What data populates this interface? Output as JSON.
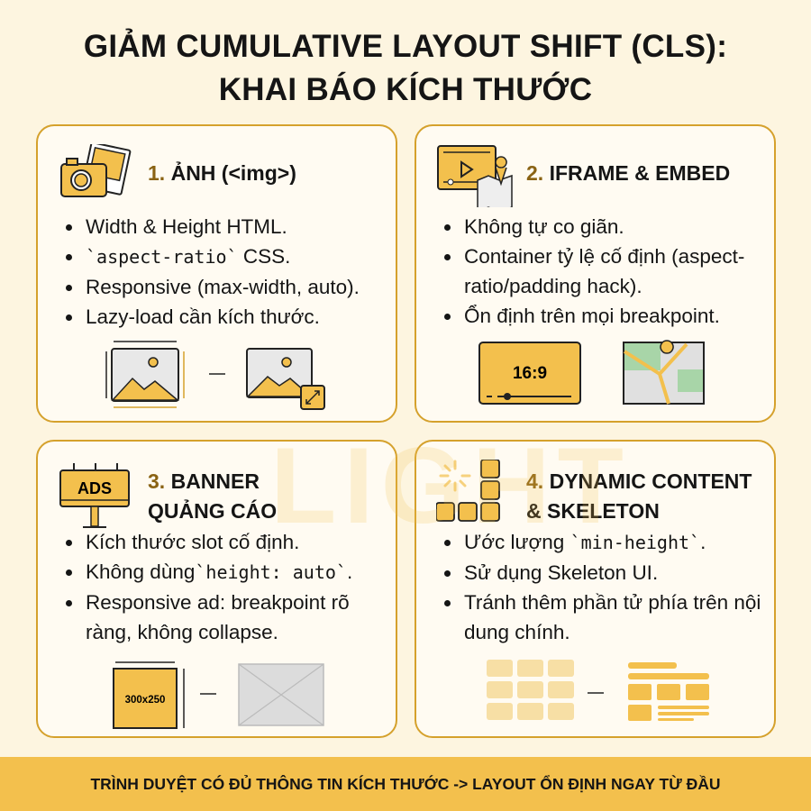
{
  "title": {
    "line1": "GIẢM CUMULATIVE LAYOUT SHIFT (CLS):",
    "line2": "KHAI BÁO KÍCH THƯỚC"
  },
  "watermark": "LIGHT",
  "colors": {
    "accent": "#f3c04d",
    "border": "#d5a12c",
    "number": "#8a6314",
    "background": "#fdf5e0"
  },
  "cards": [
    {
      "number": "1.",
      "title": [
        "ẢNH (<img>)"
      ],
      "icon": "camera-photo-icon",
      "bullets": [
        [
          {
            "t": "Width & Height HTML."
          }
        ],
        [
          {
            "t": "`aspect-ratio`",
            "code": true
          },
          {
            "t": " CSS."
          }
        ],
        [
          {
            "t": "Responsive (max-width, auto)."
          }
        ],
        [
          {
            "t": "Lazy-load cần kích thước."
          }
        ]
      ]
    },
    {
      "number": "2.",
      "title": [
        "IFRAME & EMBED"
      ],
      "icon": "video-map-icon",
      "bullets": [
        [
          {
            "t": "Không tự co giãn."
          }
        ],
        [
          {
            "t": "Container tỷ lệ cố định (aspect-ratio/padding hack)."
          }
        ],
        [
          {
            "t": "Ổn định trên mọi breakpoint."
          }
        ]
      ],
      "video_label": "16:9"
    },
    {
      "number": "3.",
      "title": [
        "BANNER",
        "QUẢNG CÁO"
      ],
      "icon": "billboard-icon",
      "icon_label": "ADS",
      "bullets": [
        [
          {
            "t": "Kích thước slot cố định."
          }
        ],
        [
          {
            "t": "Không dùng"
          },
          {
            "t": "`height: auto`",
            "code": true
          },
          {
            "t": "."
          }
        ],
        [
          {
            "t": "Responsive ad: breakpoint rõ ràng, không collapse."
          }
        ]
      ],
      "slot_label": "300x250"
    },
    {
      "number": "4.",
      "title": [
        "DYNAMIC CONTENT",
        "& SKELETON"
      ],
      "icon": "skeleton-loading-icon",
      "bullets": [
        [
          {
            "t": "Ước lượng "
          },
          {
            "t": "`min-height`",
            "code": true
          },
          {
            "t": "."
          }
        ],
        [
          {
            "t": "Sử dụng Skeleton UI."
          }
        ],
        [
          {
            "t": "Tránh thêm phần tử phía trên nội dung chính."
          }
        ]
      ]
    }
  ],
  "footer": "TRÌNH DUYỆT CÓ ĐỦ THÔNG TIN KÍCH THƯỚC -> LAYOUT ỔN ĐỊNH NGAY TỪ ĐẦU"
}
